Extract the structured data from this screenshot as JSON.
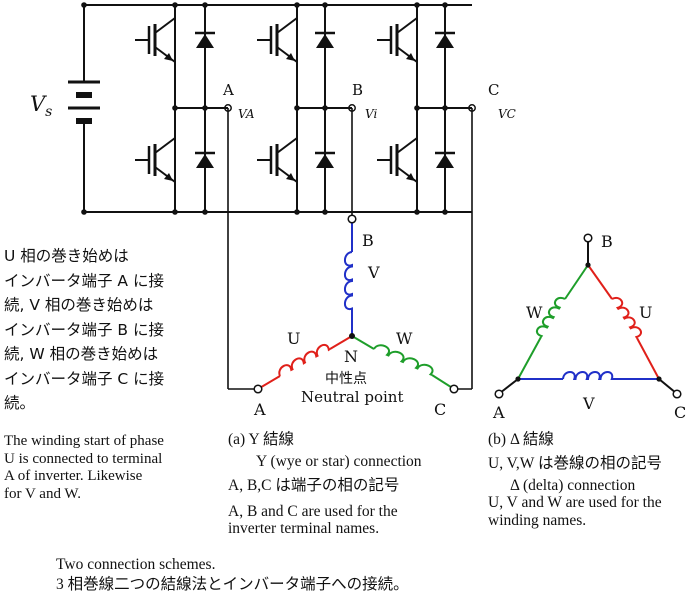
{
  "inverter": {
    "source_label": "V",
    "source_sub": "s",
    "terminals": [
      {
        "name": "A",
        "voltage": "VA"
      },
      {
        "name": "B",
        "voltage": "Vi"
      },
      {
        "name": "C",
        "voltage": "VC"
      }
    ]
  },
  "star": {
    "terminal_A": "A",
    "terminal_B": "B",
    "terminal_C": "C",
    "winding_U": "U",
    "winding_V": "V",
    "winding_W": "W",
    "neutral_letter": "N",
    "neutral_jp": "中性点",
    "neutral_en": "Neutral point"
  },
  "delta": {
    "terminal_A": "A",
    "terminal_B": "B",
    "terminal_C": "C",
    "winding_U": "U",
    "winding_V": "V",
    "winding_W": "W"
  },
  "left_text": {
    "jp_lines": [
      "U 相の巻き始めは",
      "インバータ端子 A に接",
      "続, V 相の巻き始めは",
      "インバータ端子 B に接",
      "続, W 相の巻き始めは",
      "インバータ端子 C に接",
      "続。"
    ],
    "en_lines": [
      "The winding start of phase",
      "U is connected to terminal",
      "A of inverter. Likewise",
      "for V and W."
    ]
  },
  "star_caption": {
    "title": "(a) Y 結線",
    "line1": "Y (wye or star) connection",
    "line2": "A, B,C は端子の相の記号",
    "line3a": "A, B and C are used for the",
    "line3b": "inverter terminal names."
  },
  "delta_caption": {
    "title": "(b) Δ 結線",
    "line1": "U, V,W は巻線の相の記号",
    "line2": "Δ (delta) connection",
    "line3a": "U, V and W are used for the",
    "line3b": "winding names."
  },
  "bottom_caption": {
    "line1": "Two connection schemes.",
    "line2": "3 相巻線二つの結線法とインバータ端子への接続。"
  },
  "colors": {
    "wire": "#111111",
    "phase_U": "#e0201a",
    "phase_V": "#2030c8",
    "phase_W": "#1e9e2a"
  }
}
